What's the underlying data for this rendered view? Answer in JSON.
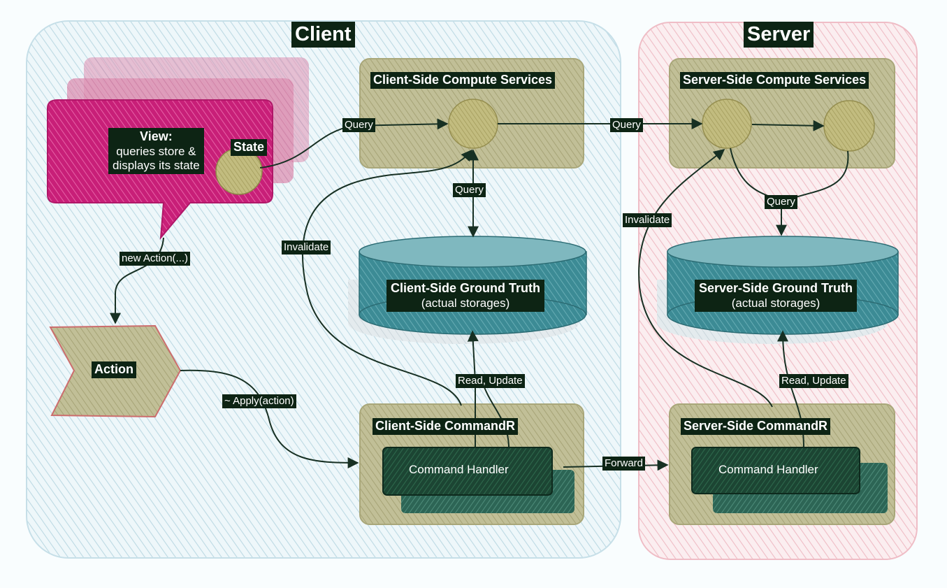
{
  "zones": {
    "client": {
      "title": "Client"
    },
    "server": {
      "title": "Server"
    }
  },
  "view": {
    "title": "View:",
    "line1": "queries store &",
    "line2": "displays its state",
    "state": "State"
  },
  "action": {
    "label": "Action"
  },
  "client_side": {
    "compute": "Client-Side Compute Services",
    "ground_truth": "Client-Side Ground Truth",
    "ground_truth_sub": "(actual storages)",
    "commandr": "Client-Side CommandR",
    "handler": "Command Handler"
  },
  "server_side": {
    "compute": "Server-Side Compute Services",
    "ground_truth": "Server-Side Ground Truth",
    "ground_truth_sub": "(actual storages)",
    "commandr": "Server-Side CommandR",
    "handler": "Command Handler"
  },
  "edges": {
    "query_view": "Query",
    "query_cross": "Query",
    "query_client_store": "Query",
    "query_server_store": "Query",
    "invalidate_client": "Invalidate",
    "invalidate_server": "Invalidate",
    "new_action": "new Action(...)",
    "apply": "~ Apply(action)",
    "read_update_client": "Read, Update",
    "read_update_server": "Read, Update",
    "forward": "Forward"
  },
  "colors": {
    "client_zone": "#cfe6ee",
    "server_zone": "#f3c9d0",
    "view_pink": "#d42f86",
    "compute_olive": "#b7b58a",
    "node_olive": "#b3ad72",
    "store_teal": "#3f8f98",
    "handler_dark": "#1d4a37",
    "label_bg": "#0d2414"
  }
}
